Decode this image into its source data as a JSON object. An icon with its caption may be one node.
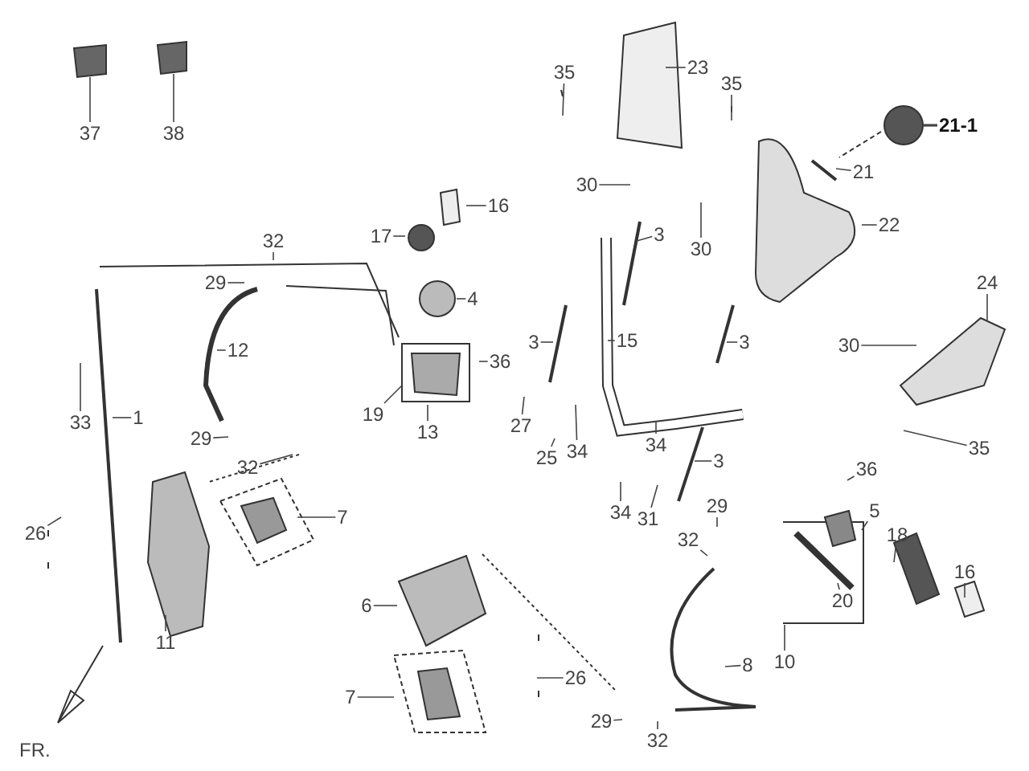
{
  "diagram": {
    "nodes": [
      {
        "text": [
          "37"
        ]
      },
      {
        "text": [
          "38"
        ]
      },
      {
        "text": [
          "35"
        ]
      },
      {
        "text": [
          "23"
        ]
      },
      {
        "text": [
          "35"
        ]
      },
      {
        "text": [
          "21-1"
        ]
      },
      {
        "text": [
          "16"
        ]
      },
      {
        "text": [
          "30"
        ]
      },
      {
        "text": [
          "21"
        ]
      },
      {
        "text": [
          "3"
        ]
      },
      {
        "text": [
          "30"
        ]
      },
      {
        "text": [
          "22"
        ]
      },
      {
        "text": [
          "17"
        ]
      },
      {
        "text": [
          "32"
        ]
      },
      {
        "text": [
          "29"
        ]
      },
      {
        "text": [
          "4"
        ]
      },
      {
        "text": [
          "12"
        ]
      },
      {
        "text": [
          "24"
        ]
      },
      {
        "text": [
          "36"
        ]
      },
      {
        "text": [
          "3"
        ]
      },
      {
        "text": [
          "15"
        ]
      },
      {
        "text": [
          "3"
        ]
      },
      {
        "text": [
          "30"
        ]
      },
      {
        "text": [
          "33"
        ]
      },
      {
        "text": [
          "1"
        ]
      },
      {
        "text": [
          "19"
        ]
      },
      {
        "text": [
          "13"
        ]
      },
      {
        "text": [
          "27"
        ]
      },
      {
        "text": [
          "25"
        ]
      },
      {
        "text": [
          "34"
        ]
      },
      {
        "text": [
          "34"
        ]
      },
      {
        "text": [
          "35"
        ]
      },
      {
        "text": [
          "3"
        ]
      },
      {
        "text": [
          "29"
        ]
      },
      {
        "text": [
          "32"
        ]
      },
      {
        "text": [
          "36"
        ]
      },
      {
        "text": [
          "5"
        ]
      },
      {
        "text": [
          "7"
        ]
      },
      {
        "text": [
          "34"
        ]
      },
      {
        "text": [
          "31"
        ]
      },
      {
        "text": [
          "29"
        ]
      },
      {
        "text": [
          "32"
        ]
      },
      {
        "text": [
          "18"
        ]
      },
      {
        "text": [
          "26"
        ]
      },
      {
        "text": [
          "16"
        ]
      },
      {
        "text": [
          "20"
        ]
      },
      {
        "text": [
          "6"
        ]
      },
      {
        "text": [
          "11"
        ]
      },
      {
        "text": [
          "10"
        ]
      },
      {
        "text": [
          "8"
        ]
      },
      {
        "text": [
          "26"
        ]
      },
      {
        "text": [
          "7"
        ]
      },
      {
        "text": [
          "29"
        ]
      },
      {
        "text": [
          "32"
        ]
      }
    ],
    "edges": [
      {
        "from": 0,
        "to": null,
        "arrow": "none"
      },
      {
        "from": 1,
        "to": null,
        "arrow": "none"
      },
      {
        "from": 2,
        "to": null,
        "arrow": "none"
      },
      {
        "from": 3,
        "to": null,
        "arrow": "none"
      },
      {
        "from": 4,
        "to": null,
        "arrow": "none"
      },
      {
        "from": 5,
        "to": null,
        "arrow": "none"
      },
      {
        "from": 6,
        "to": null,
        "arrow": "none"
      },
      {
        "from": 7,
        "to": null,
        "arrow": "none"
      },
      {
        "from": 8,
        "to": null,
        "arrow": "none"
      },
      {
        "from": 9,
        "to": null,
        "arrow": "none"
      },
      {
        "from": 10,
        "to": null,
        "arrow": "none"
      },
      {
        "from": 11,
        "to": null,
        "arrow": "none"
      },
      {
        "from": 12,
        "to": null,
        "arrow": "none"
      },
      {
        "from": 13,
        "to": null,
        "arrow": "none"
      },
      {
        "from": 14,
        "to": null,
        "arrow": "none"
      },
      {
        "from": 15,
        "to": null,
        "arrow": "none"
      },
      {
        "from": 16,
        "to": null,
        "arrow": "none"
      },
      {
        "from": 17,
        "to": null,
        "arrow": "none"
      },
      {
        "from": 18,
        "to": null,
        "arrow": "none"
      },
      {
        "from": 19,
        "to": null,
        "arrow": "none"
      },
      {
        "from": 20,
        "to": null,
        "arrow": "none"
      },
      {
        "from": 21,
        "to": null,
        "arrow": "none"
      },
      {
        "from": 22,
        "to": null,
        "arrow": "none"
      },
      {
        "from": 23,
        "to": null,
        "arrow": "none"
      },
      {
        "from": 24,
        "to": null,
        "arrow": "none"
      },
      {
        "from": 25,
        "to": null,
        "arrow": "none"
      },
      {
        "from": 26,
        "to": null,
        "arrow": "none"
      },
      {
        "from": 27,
        "to": null,
        "arrow": "none"
      },
      {
        "from": 28,
        "to": null,
        "arrow": "none"
      },
      {
        "from": 29,
        "to": null,
        "arrow": "none"
      },
      {
        "from": 30,
        "to": null,
        "arrow": "none"
      },
      {
        "from": 31,
        "to": null,
        "arrow": "none"
      },
      {
        "from": 32,
        "to": null,
        "arrow": "none"
      },
      {
        "from": 33,
        "to": null,
        "arrow": "none"
      },
      {
        "from": 34,
        "to": null,
        "arrow": "none"
      },
      {
        "from": 35,
        "to": null,
        "arrow": "none"
      },
      {
        "from": 36,
        "to": null,
        "arrow": "none"
      },
      {
        "from": 37,
        "to": null,
        "arrow": "none"
      },
      {
        "from": 38,
        "to": null,
        "arrow": "none"
      },
      {
        "from": 39,
        "to": null,
        "arrow": "none"
      },
      {
        "from": 40,
        "to": null,
        "arrow": "none"
      },
      {
        "from": 41,
        "to": null,
        "arrow": "none"
      },
      {
        "from": 42,
        "to": null,
        "arrow": "none"
      },
      {
        "from": 43,
        "to": null,
        "arrow": "none"
      },
      {
        "from": 44,
        "to": null,
        "arrow": "none"
      },
      {
        "from": 45,
        "to": null,
        "arrow": "none"
      },
      {
        "from": 46,
        "to": null,
        "arrow": "none"
      },
      {
        "from": 47,
        "to": null,
        "arrow": "none"
      },
      {
        "from": 48,
        "to": null,
        "arrow": "none"
      },
      {
        "from": 49,
        "to": null,
        "arrow": "none"
      },
      {
        "from": 50,
        "to": null,
        "arrow": "none"
      },
      {
        "from": 51,
        "to": null,
        "arrow": "none"
      },
      {
        "from": 52,
        "to": null,
        "arrow": "none"
      },
      {
        "from": 53,
        "to": null,
        "arrow": "none"
      }
    ],
    "labels": [
      "FR."
    ]
  }
}
